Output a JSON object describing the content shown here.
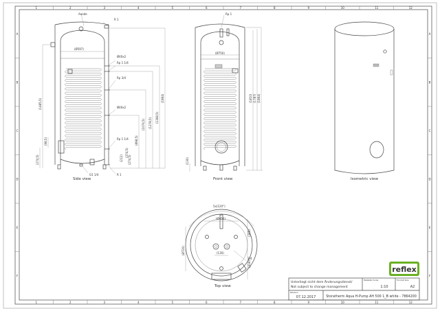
{
  "frame": {
    "columns": [
      "1",
      "2",
      "3",
      "4",
      "5",
      "6",
      "7",
      "8",
      "9",
      "10",
      "11",
      "12"
    ],
    "rows": [
      "A",
      "B",
      "C",
      "D",
      "E",
      "F"
    ]
  },
  "views": {
    "side": "Side view",
    "front": "Front view",
    "isometric": "Isometric view",
    "top": "Top view"
  },
  "side_labels": {
    "anode": "Anode",
    "r1_top": "R 1",
    "d40x2_top": "Ø40x2",
    "rp114_top": "Rp 1 1/4",
    "rp34": "Rp 3/4",
    "d40x2_mid": "Ø40x2",
    "rp114_bot": "Rp 1 1/4",
    "r1_bot": "R 1",
    "g114": "G1 1/4",
    "width": "(Ø597)",
    "dims": [
      "(1485,5)",
      "(1864)",
      "(1368,5)",
      "(1278,5)",
      "(1074,5)",
      "(898,5)",
      "(274,5)",
      "(274,5)",
      "(212)",
      "(374,5)",
      "(98,5)"
    ]
  },
  "front_labels": {
    "rp1": "Rp 1",
    "width": "(Ø750)",
    "dims": [
      "(1810)",
      "(1787)",
      "(1864)",
      "(130)"
    ]
  },
  "top_labels": {
    "angle": "5x(120°)",
    "width": "(Ø450)",
    "dims": [
      "(Ø720)",
      "(385)",
      "(418)",
      "(130)",
      "1/4"
    ]
  },
  "title_block": {
    "note_de": "Unterliegt nicht dem Änderungsdienst/",
    "note_en": "Not subject to change management",
    "scale_label": "Maßstab/ Scale",
    "scale": "1:10",
    "format_label": "Format/ Size",
    "format": "A2",
    "revision_label": "Revision",
    "date": "07.12.2017",
    "title": "Storatherm Aqua H-Pump AH 500 1_B white - 7864200"
  },
  "logo": {
    "text": "reflex",
    "color": "#6ab023"
  }
}
